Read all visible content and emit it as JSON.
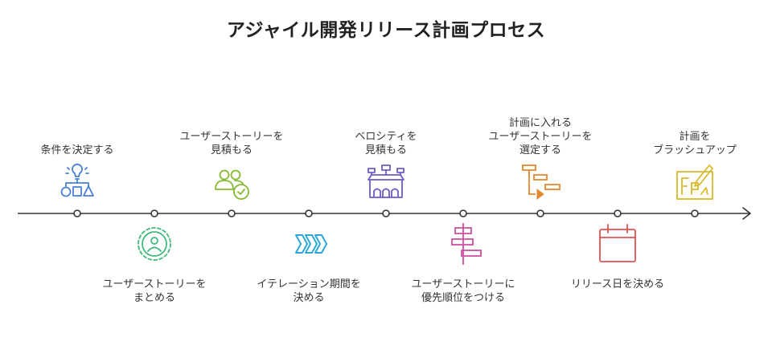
{
  "title": "アジャイル開発リリース計画プロセス",
  "steps": [
    {
      "lines": [
        "条件を決定する"
      ],
      "position": "above",
      "icon": "flowchart-bulb-icon",
      "color": "#4a7fd6"
    },
    {
      "lines": [
        "ユーザーストーリーを",
        "まとめる"
      ],
      "position": "below",
      "icon": "user-target-icon",
      "color": "#3dbb7a"
    },
    {
      "lines": [
        "ユーザーストーリーを",
        "見積もる"
      ],
      "position": "above",
      "icon": "users-check-icon",
      "color": "#86b92f"
    },
    {
      "lines": [
        "イテレーション期間を",
        "決める"
      ],
      "position": "below",
      "icon": "triple-chevron-icon",
      "color": "#2aa8d8"
    },
    {
      "lines": [
        "ベロシティを",
        "見積もる"
      ],
      "position": "above",
      "icon": "dashboard-structure-icon",
      "color": "#6b5bc8"
    },
    {
      "lines": [
        "ユーザーストーリーに",
        "優先順位をつける"
      ],
      "position": "below",
      "icon": "priority-bars-icon",
      "color": "#d04f9f"
    },
    {
      "lines": [
        "計画に入れる",
        "ユーザーストーリーを",
        "選定する"
      ],
      "position": "above",
      "icon": "gantt-icon",
      "color": "#e38a2e"
    },
    {
      "lines": [
        "リリース日を決める"
      ],
      "position": "below",
      "icon": "calendar-icon",
      "color": "#e05252"
    },
    {
      "lines": [
        "計画を",
        "ブラッシュアップ"
      ],
      "position": "above",
      "icon": "edit-document-icon",
      "color": "#d9b82a"
    }
  ]
}
